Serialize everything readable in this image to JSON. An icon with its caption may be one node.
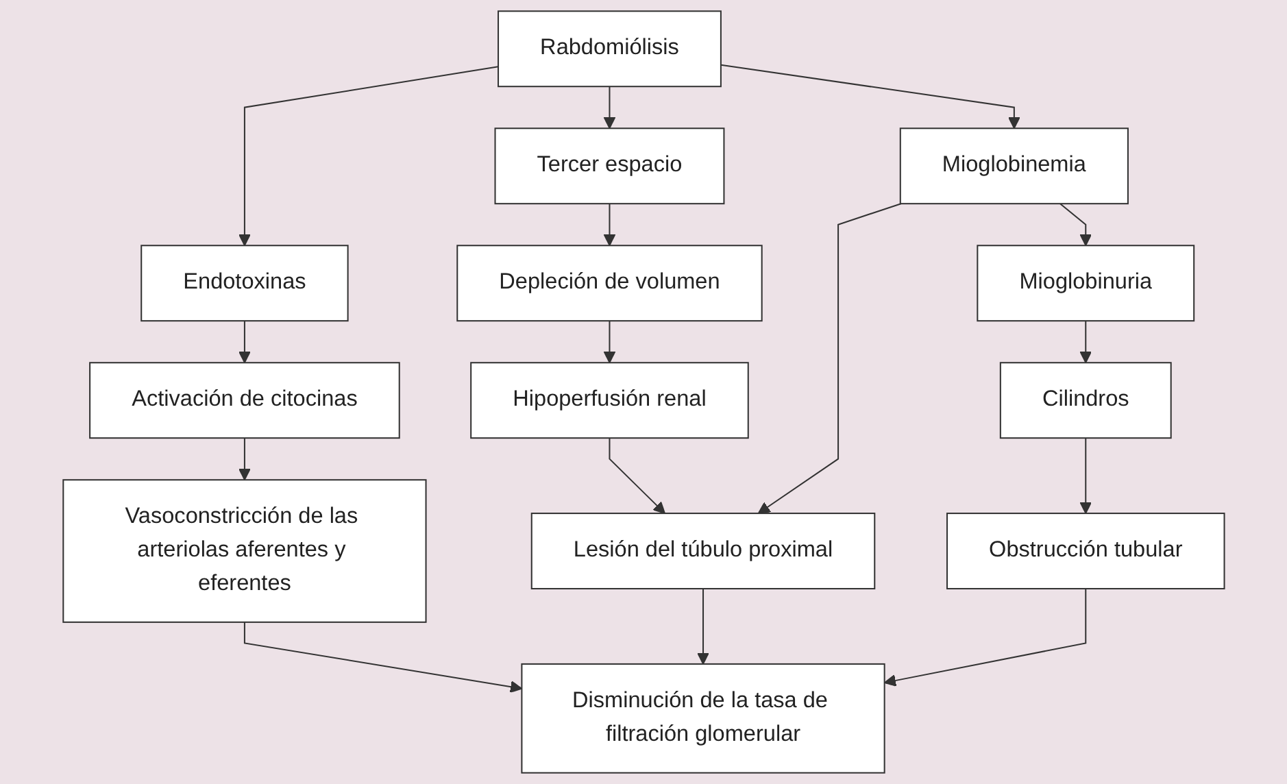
{
  "diagram": {
    "nodes": [
      {
        "text": [
          "Rabdomiólisis"
        ]
      },
      {
        "text": [
          "Endotoxinas"
        ]
      },
      {
        "text": [
          "Tercer espacio"
        ]
      },
      {
        "text": [
          "Mioglobinemia"
        ]
      },
      {
        "text": [
          "Activación de citocinas"
        ]
      },
      {
        "text": [
          "Depleción de volumen"
        ]
      },
      {
        "text": [
          "Mioglobinuria"
        ]
      },
      {
        "text": [
          "Vasoconstricción de las arteriolas aferentes y eferentes"
        ]
      },
      {
        "text": [
          "Hipoperfusión renal"
        ]
      },
      {
        "text": [
          "Cilindros"
        ]
      },
      {
        "text": [
          "Lesión del túbulo proximal"
        ]
      },
      {
        "text": [
          "Obstrucción tubular"
        ]
      },
      {
        "text": [
          "Disminución de la tasa de filtración glomerular"
        ]
      }
    ],
    "edges": [
      {
        "from": 0,
        "to": 1,
        "arrow": "to"
      },
      {
        "from": 0,
        "to": 2,
        "arrow": "to"
      },
      {
        "from": 0,
        "to": 3,
        "arrow": "to"
      },
      {
        "from": 1,
        "to": 4,
        "arrow": "to"
      },
      {
        "from": 2,
        "to": 5,
        "arrow": "to"
      },
      {
        "from": 3,
        "to": 6,
        "arrow": "to"
      },
      {
        "from": 4,
        "to": 7,
        "arrow": "to"
      },
      {
        "from": 5,
        "to": 8,
        "arrow": "to"
      },
      {
        "from": 6,
        "to": 9,
        "arrow": "to"
      },
      {
        "from": 8,
        "to": 10,
        "arrow": "to"
      },
      {
        "from": 3,
        "to": 10,
        "arrow": "to"
      },
      {
        "from": 9,
        "to": 11,
        "arrow": "to"
      },
      {
        "from": 7,
        "to": 12,
        "arrow": "to"
      },
      {
        "from": 10,
        "to": 12,
        "arrow": "to"
      },
      {
        "from": 11,
        "to": 12,
        "arrow": "to"
      }
    ]
  }
}
